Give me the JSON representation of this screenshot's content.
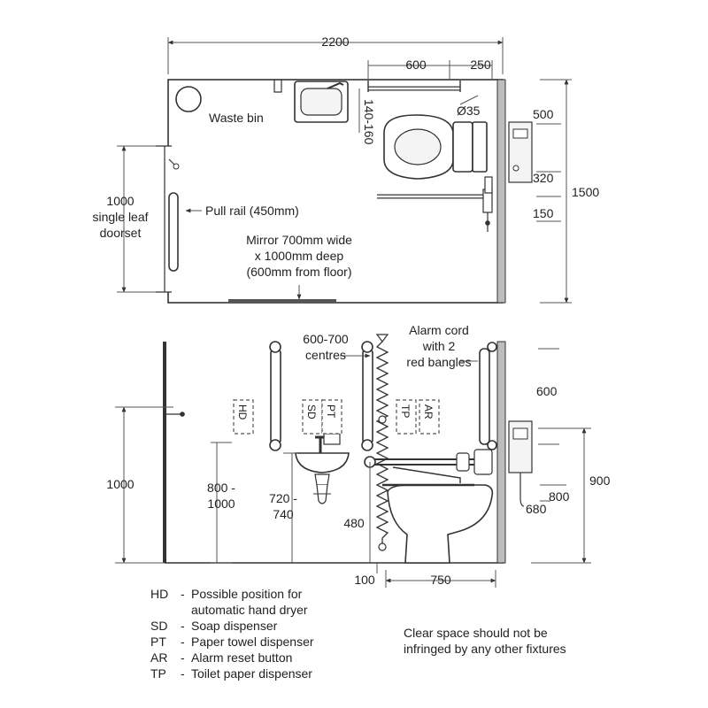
{
  "plan": {
    "width_dim": "2200",
    "dim_600": "600",
    "dim_250": "250",
    "dim_140_160": "140-160",
    "dim_dia35": "Ø35",
    "dim_500": "500",
    "dim_320": "320",
    "dim_1500": "1500",
    "dim_150": "150",
    "waste_bin": "Waste bin",
    "door_l1": "1000",
    "door_l2": "single leaf",
    "door_l3": "doorset",
    "pull_rail": "Pull rail (450mm)",
    "mirror_l1": "Mirror 700mm wide",
    "mirror_l2": "x 1000mm deep",
    "mirror_l3": "(600mm from floor)"
  },
  "elevation": {
    "centres_l1": "600-700",
    "centres_l2": "centres",
    "alarm_l1": "Alarm cord",
    "alarm_l2": "with 2",
    "alarm_l3": "red bangles",
    "box_hd": "HD",
    "box_sd": "SD",
    "box_pt": "PT",
    "box_tp": "TP",
    "box_ar": "AR",
    "dim_1000": "1000",
    "dim_800_1000_l1": "800 -",
    "dim_800_1000_l2": "1000",
    "dim_720_740_l1": "720 -",
    "dim_720_740_l2": "740",
    "dim_480": "480",
    "dim_100": "100",
    "dim_750": "750",
    "dim_600": "600",
    "dim_900": "900",
    "dim_800": "800",
    "dim_680": "680"
  },
  "legend": [
    {
      "abbr": "HD",
      "text": "Possible position for",
      "cont": "automatic hand dryer"
    },
    {
      "abbr": "SD",
      "text": "Soap dispenser"
    },
    {
      "abbr": "PT",
      "text": "Paper towel dispenser"
    },
    {
      "abbr": "AR",
      "text": "Alarm reset button"
    },
    {
      "abbr": "TP",
      "text": "Toilet paper dispenser"
    }
  ],
  "note_l1": "Clear space should not be",
  "note_l2": "infringed by any other fixtures",
  "colors": {
    "line": "#333333",
    "dim": "#555555",
    "fixture_fill": "#f4f4f4",
    "wall_grey": "#bdbdbd"
  }
}
